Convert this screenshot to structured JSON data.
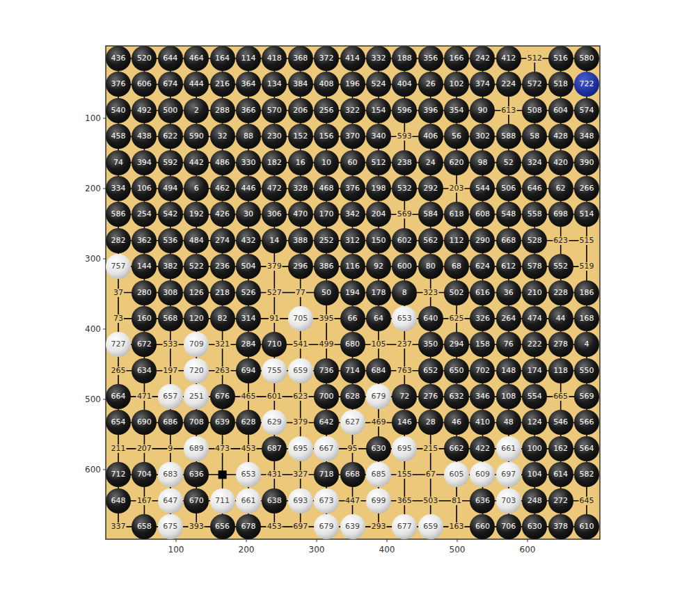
{
  "diagram": {
    "nodes": [
      {
        "text": [
          "436"
        ]
      },
      {
        "text": [
          "520"
        ]
      },
      {
        "text": [
          "644"
        ]
      },
      {
        "text": [
          "464"
        ]
      },
      {
        "text": [
          "164"
        ]
      },
      {
        "text": [
          "114"
        ]
      },
      {
        "text": [
          "418"
        ]
      },
      {
        "text": [
          "368"
        ]
      },
      {
        "text": [
          "372"
        ]
      },
      {
        "text": [
          "414"
        ]
      },
      {
        "text": [
          "332"
        ]
      },
      {
        "text": [
          "188"
        ]
      },
      {
        "text": [
          "356"
        ]
      },
      {
        "text": [
          "166"
        ]
      },
      {
        "text": [
          "242"
        ]
      },
      {
        "text": [
          "412"
        ]
      },
      {
        "text": [
          "516"
        ]
      },
      {
        "text": [
          "580"
        ]
      },
      {
        "text": [
          "376"
        ]
      },
      {
        "text": [
          "606"
        ]
      },
      {
        "text": [
          "674"
        ]
      },
      {
        "text": [
          "444"
        ]
      },
      {
        "text": [
          "216"
        ]
      },
      {
        "text": [
          "364"
        ]
      },
      {
        "text": [
          "134"
        ]
      },
      {
        "text": [
          "384"
        ]
      },
      {
        "text": [
          "408"
        ]
      },
      {
        "text": [
          "196"
        ]
      },
      {
        "text": [
          "524"
        ]
      },
      {
        "text": [
          "404"
        ]
      },
      {
        "text": [
          "26"
        ]
      },
      {
        "text": [
          "102"
        ]
      },
      {
        "text": [
          "374"
        ]
      },
      {
        "text": [
          "224"
        ]
      },
      {
        "text": [
          "572"
        ]
      },
      {
        "text": [
          "518"
        ]
      },
      {
        "text": [
          "722"
        ]
      },
      {
        "text": [
          "540"
        ]
      },
      {
        "text": [
          "492"
        ]
      },
      {
        "text": [
          "500"
        ]
      },
      {
        "text": [
          "2"
        ]
      },
      {
        "text": [
          "288"
        ]
      },
      {
        "text": [
          "366"
        ]
      },
      {
        "text": [
          "570"
        ]
      },
      {
        "text": [
          "206"
        ]
      },
      {
        "text": [
          "256"
        ]
      },
      {
        "text": [
          "322"
        ]
      },
      {
        "text": [
          "154"
        ]
      },
      {
        "text": [
          "596"
        ]
      },
      {
        "text": [
          "396"
        ]
      },
      {
        "text": [
          "354"
        ]
      },
      {
        "text": [
          "90"
        ]
      },
      {
        "text": [
          "508"
        ]
      },
      {
        "text": [
          "604"
        ]
      },
      {
        "text": [
          "574"
        ]
      },
      {
        "text": [
          "458"
        ]
      },
      {
        "text": [
          "438"
        ]
      },
      {
        "text": [
          "622"
        ]
      },
      {
        "text": [
          "590"
        ]
      },
      {
        "text": [
          "32"
        ]
      },
      {
        "text": [
          "88"
        ]
      },
      {
        "text": [
          "230"
        ]
      },
      {
        "text": [
          "152"
        ]
      },
      {
        "text": [
          "156"
        ]
      },
      {
        "text": [
          "370"
        ]
      },
      {
        "text": [
          "340"
        ]
      },
      {
        "text": [
          "406"
        ]
      },
      {
        "text": [
          "56"
        ]
      },
      {
        "text": [
          "302"
        ]
      },
      {
        "text": [
          "588"
        ]
      },
      {
        "text": [
          "58"
        ]
      },
      {
        "text": [
          "428"
        ]
      },
      {
        "text": [
          "348"
        ]
      },
      {
        "text": [
          "74"
        ]
      },
      {
        "text": [
          "394"
        ]
      },
      {
        "text": [
          "592"
        ]
      },
      {
        "text": [
          "442"
        ]
      },
      {
        "text": [
          "486"
        ]
      },
      {
        "text": [
          "330"
        ]
      },
      {
        "text": [
          "182"
        ]
      },
      {
        "text": [
          "16"
        ]
      },
      {
        "text": [
          "10"
        ]
      },
      {
        "text": [
          "60"
        ]
      },
      {
        "text": [
          "512"
        ]
      },
      {
        "text": [
          "238"
        ]
      },
      {
        "text": [
          "24"
        ]
      },
      {
        "text": [
          "620"
        ]
      },
      {
        "text": [
          "98"
        ]
      },
      {
        "text": [
          "52"
        ]
      },
      {
        "text": [
          "324"
        ]
      },
      {
        "text": [
          "420"
        ]
      },
      {
        "text": [
          "390"
        ]
      },
      {
        "text": [
          "334"
        ]
      },
      {
        "text": [
          "106"
        ]
      },
      {
        "text": [
          "494"
        ]
      },
      {
        "text": [
          "6"
        ]
      },
      {
        "text": [
          "462"
        ]
      },
      {
        "text": [
          "446"
        ]
      },
      {
        "text": [
          "472"
        ]
      },
      {
        "text": [
          "328"
        ]
      },
      {
        "text": [
          "468"
        ]
      },
      {
        "text": [
          "376"
        ]
      },
      {
        "text": [
          "198"
        ]
      },
      {
        "text": [
          "532"
        ]
      },
      {
        "text": [
          "292"
        ]
      },
      {
        "text": [
          "544"
        ]
      },
      {
        "text": [
          "506"
        ]
      },
      {
        "text": [
          "646"
        ]
      },
      {
        "text": [
          "62"
        ]
      },
      {
        "text": [
          "266"
        ]
      },
      {
        "text": [
          "586"
        ]
      },
      {
        "text": [
          "254"
        ]
      },
      {
        "text": [
          "542"
        ]
      },
      {
        "text": [
          "192"
        ]
      },
      {
        "text": [
          "426"
        ]
      },
      {
        "text": [
          "30"
        ]
      },
      {
        "text": [
          "306"
        ]
      },
      {
        "text": [
          "470"
        ]
      },
      {
        "text": [
          "170"
        ]
      },
      {
        "text": [
          "342"
        ]
      },
      {
        "text": [
          "204"
        ]
      },
      {
        "text": [
          "584"
        ]
      },
      {
        "text": [
          "618"
        ]
      },
      {
        "text": [
          "608"
        ]
      },
      {
        "text": [
          "548"
        ]
      },
      {
        "text": [
          "558"
        ]
      },
      {
        "text": [
          "698"
        ]
      },
      {
        "text": [
          "514"
        ]
      },
      {
        "text": [
          "282"
        ]
      },
      {
        "text": [
          "362"
        ]
      },
      {
        "text": [
          "536"
        ]
      },
      {
        "text": [
          "484"
        ]
      },
      {
        "text": [
          "274"
        ]
      },
      {
        "text": [
          "432"
        ]
      },
      {
        "text": [
          "14"
        ]
      },
      {
        "text": [
          "388"
        ]
      },
      {
        "text": [
          "252"
        ]
      },
      {
        "text": [
          "312"
        ]
      },
      {
        "text": [
          "150"
        ]
      },
      {
        "text": [
          "602"
        ]
      },
      {
        "text": [
          "562"
        ]
      },
      {
        "text": [
          "112"
        ]
      },
      {
        "text": [
          "290"
        ]
      },
      {
        "text": [
          "668"
        ]
      },
      {
        "text": [
          "528"
        ]
      },
      {
        "text": [
          "757"
        ]
      },
      {
        "text": [
          "144"
        ]
      },
      {
        "text": [
          "382"
        ]
      },
      {
        "text": [
          "522"
        ]
      },
      {
        "text": [
          "236"
        ]
      },
      {
        "text": [
          "504"
        ]
      },
      {
        "text": [
          "296"
        ]
      },
      {
        "text": [
          "386"
        ]
      },
      {
        "text": [
          "116"
        ]
      },
      {
        "text": [
          "92"
        ]
      },
      {
        "text": [
          "600"
        ]
      },
      {
        "text": [
          "80"
        ]
      },
      {
        "text": [
          "68"
        ]
      },
      {
        "text": [
          "624"
        ]
      },
      {
        "text": [
          "612"
        ]
      },
      {
        "text": [
          "578"
        ]
      },
      {
        "text": [
          "552"
        ]
      },
      {
        "text": [
          "280"
        ]
      },
      {
        "text": [
          "308"
        ]
      },
      {
        "text": [
          "126"
        ]
      },
      {
        "text": [
          "218"
        ]
      },
      {
        "text": [
          "526"
        ]
      },
      {
        "text": [
          "50"
        ]
      },
      {
        "text": [
          "194"
        ]
      },
      {
        "text": [
          "178"
        ]
      },
      {
        "text": [
          "8"
        ]
      },
      {
        "text": [
          "502"
        ]
      },
      {
        "text": [
          "616"
        ]
      },
      {
        "text": [
          "36"
        ]
      },
      {
        "text": [
          "210"
        ]
      },
      {
        "text": [
          "228"
        ]
      },
      {
        "text": [
          "186"
        ]
      },
      {
        "text": [
          "160"
        ]
      },
      {
        "text": [
          "568"
        ]
      },
      {
        "text": [
          "120"
        ]
      },
      {
        "text": [
          "82"
        ]
      },
      {
        "text": [
          "314"
        ]
      },
      {
        "text": [
          "705"
        ]
      },
      {
        "text": [
          "66"
        ]
      },
      {
        "text": [
          "64"
        ]
      },
      {
        "text": [
          "653"
        ]
      },
      {
        "text": [
          "640"
        ]
      },
      {
        "text": [
          "326"
        ]
      },
      {
        "text": [
          "264"
        ]
      },
      {
        "text": [
          "474"
        ]
      },
      {
        "text": [
          "44"
        ]
      },
      {
        "text": [
          "168"
        ]
      },
      {
        "text": [
          "727"
        ]
      },
      {
        "text": [
          "672"
        ]
      },
      {
        "text": [
          "709"
        ]
      },
      {
        "text": [
          "284"
        ]
      },
      {
        "text": [
          "710"
        ]
      },
      {
        "text": [
          "680"
        ]
      },
      {
        "text": [
          "350"
        ]
      },
      {
        "text": [
          "294"
        ]
      },
      {
        "text": [
          "158"
        ]
      },
      {
        "text": [
          "76"
        ]
      },
      {
        "text": [
          "222"
        ]
      },
      {
        "text": [
          "278"
        ]
      },
      {
        "text": [
          "4"
        ]
      },
      {
        "text": [
          "634"
        ]
      },
      {
        "text": [
          "720"
        ]
      },
      {
        "text": [
          "694"
        ]
      },
      {
        "text": [
          "755"
        ]
      },
      {
        "text": [
          "659"
        ]
      },
      {
        "text": [
          "736"
        ]
      },
      {
        "text": [
          "714"
        ]
      },
      {
        "text": [
          "684"
        ]
      },
      {
        "text": [
          "652"
        ]
      },
      {
        "text": [
          "650"
        ]
      },
      {
        "text": [
          "702"
        ]
      },
      {
        "text": [
          "148"
        ]
      },
      {
        "text": [
          "174"
        ]
      },
      {
        "text": [
          "118"
        ]
      },
      {
        "text": [
          "550"
        ]
      },
      {
        "text": [
          "664"
        ]
      },
      {
        "text": [
          "657"
        ]
      },
      {
        "text": [
          "251"
        ]
      },
      {
        "text": [
          "676"
        ]
      },
      {
        "text": [
          "700"
        ]
      },
      {
        "text": [
          "628"
        ]
      },
      {
        "text": [
          "679"
        ]
      },
      {
        "text": [
          "72"
        ]
      },
      {
        "text": [
          "276"
        ]
      },
      {
        "text": [
          "632"
        ]
      },
      {
        "text": [
          "346"
        ]
      },
      {
        "text": [
          "108"
        ]
      },
      {
        "text": [
          "554"
        ]
      },
      {
        "text": [
          "569"
        ]
      },
      {
        "text": [
          "654"
        ]
      },
      {
        "text": [
          "690"
        ]
      },
      {
        "text": [
          "686"
        ]
      },
      {
        "text": [
          "708"
        ]
      },
      {
        "text": [
          "639"
        ]
      },
      {
        "text": [
          "628"
        ]
      },
      {
        "text": [
          "629"
        ]
      },
      {
        "text": [
          "642"
        ]
      },
      {
        "text": [
          "627"
        ]
      },
      {
        "text": [
          "146"
        ]
      },
      {
        "text": [
          "28"
        ]
      },
      {
        "text": [
          "46"
        ]
      },
      {
        "text": [
          "410"
        ]
      },
      {
        "text": [
          "48"
        ]
      },
      {
        "text": [
          "124"
        ]
      },
      {
        "text": [
          "546"
        ]
      },
      {
        "text": [
          "566"
        ]
      },
      {
        "text": [
          "689"
        ]
      },
      {
        "text": [
          "687"
        ]
      },
      {
        "text": [
          "695"
        ]
      },
      {
        "text": [
          "667"
        ]
      },
      {
        "text": [
          "630"
        ]
      },
      {
        "text": [
          "695"
        ]
      },
      {
        "text": [
          "662"
        ]
      },
      {
        "text": [
          "422"
        ]
      },
      {
        "text": [
          "661"
        ]
      },
      {
        "text": [
          "100"
        ]
      },
      {
        "text": [
          "162"
        ]
      },
      {
        "text": [
          "564"
        ]
      },
      {
        "text": [
          "712"
        ]
      },
      {
        "text": [
          "704"
        ]
      },
      {
        "text": [
          "683"
        ]
      },
      {
        "text": [
          "636"
        ]
      },
      {
        "text": [
          "653"
        ]
      },
      {
        "text": [
          "718"
        ]
      },
      {
        "text": [
          "668"
        ]
      },
      {
        "text": [
          "685"
        ]
      },
      {
        "text": [
          "605"
        ]
      },
      {
        "text": [
          "609"
        ]
      },
      {
        "text": [
          "697"
        ]
      },
      {
        "text": [
          "104"
        ]
      },
      {
        "text": [
          "614"
        ]
      },
      {
        "text": [
          "582"
        ]
      },
      {
        "text": [
          "648"
        ]
      },
      {
        "text": [
          "647"
        ]
      },
      {
        "text": [
          "670"
        ]
      },
      {
        "text": [
          "711"
        ]
      },
      {
        "text": [
          "661"
        ]
      },
      {
        "text": [
          "638"
        ]
      },
      {
        "text": [
          "693"
        ]
      },
      {
        "text": [
          "673"
        ]
      },
      {
        "text": [
          "699"
        ]
      },
      {
        "text": [
          "636"
        ]
      },
      {
        "text": [
          "703"
        ]
      },
      {
        "text": [
          "248"
        ]
      },
      {
        "text": [
          "272"
        ]
      },
      {
        "text": [
          "658"
        ]
      },
      {
        "text": [
          "675"
        ]
      },
      {
        "text": [
          "656"
        ]
      },
      {
        "text": [
          "678"
        ]
      },
      {
        "text": [
          "679"
        ]
      },
      {
        "text": [
          "639"
        ]
      },
      {
        "text": [
          "677"
        ]
      },
      {
        "text": [
          "659"
        ]
      },
      {
        "text": [
          "660"
        ]
      },
      {
        "text": [
          "706"
        ]
      },
      {
        "text": [
          "630"
        ]
      },
      {
        "text": [
          "378"
        ]
      },
      {
        "text": [
          "610"
        ]
      }
    ],
    "labels": [
      "512",
      "613",
      "593",
      "203",
      "569",
      "623",
      "515",
      "379",
      "519",
      "37",
      "527",
      "77",
      "323",
      "73",
      "91",
      "395",
      "625",
      "533",
      "321",
      "541",
      "499",
      "105",
      "237",
      "265",
      "197",
      "263",
      "763",
      "471",
      "465",
      "601",
      "623",
      "665",
      "379",
      "469",
      "211",
      "207",
      "9",
      "473",
      "453",
      "95",
      "215",
      "431",
      "327",
      "155",
      "67",
      "167",
      "447",
      "365",
      "503",
      "81",
      "645",
      "337",
      "393",
      "453",
      "697",
      "293",
      "163",
      "100",
      "200",
      "300",
      "400",
      "500",
      "600",
      "100",
      "200",
      "300",
      "400",
      "500",
      "600"
    ]
  }
}
